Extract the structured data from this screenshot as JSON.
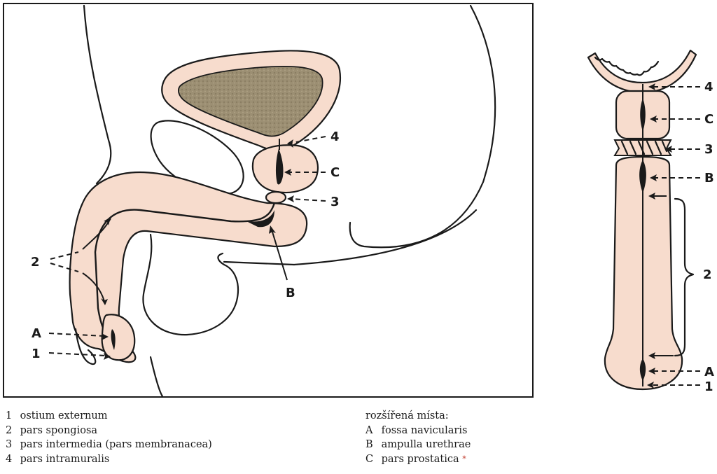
{
  "figure": {
    "callouts_left": {
      "label_4": "4",
      "label_C": "C",
      "label_3": "3",
      "label_B": "B",
      "label_2": "2",
      "label_A": "A",
      "label_1": "1"
    },
    "callouts_right": {
      "label_4": "4",
      "label_C": "C",
      "label_3": "3",
      "label_B": "B",
      "label_2": "2",
      "label_A": "A",
      "label_1": "1"
    },
    "colors": {
      "tissue": "#f7dccd",
      "bladder_lumen": "#9c8f73",
      "outline": "#1a1a1a"
    }
  },
  "legend_left": [
    {
      "key": "1",
      "text": "ostium externum"
    },
    {
      "key": "2",
      "text": "pars spongiosa"
    },
    {
      "key": "3",
      "text": "pars intermedia (pars membranacea)"
    },
    {
      "key": "4",
      "text": "pars intramuralis"
    }
  ],
  "legend_right": {
    "heading": "rozšířená místa:",
    "items": [
      {
        "key": "A",
        "text": "fossa navicularis"
      },
      {
        "key": "B",
        "text": "ampulla urethrae"
      },
      {
        "key": "C",
        "text": "pars prostatica"
      }
    ],
    "mark": "*"
  }
}
